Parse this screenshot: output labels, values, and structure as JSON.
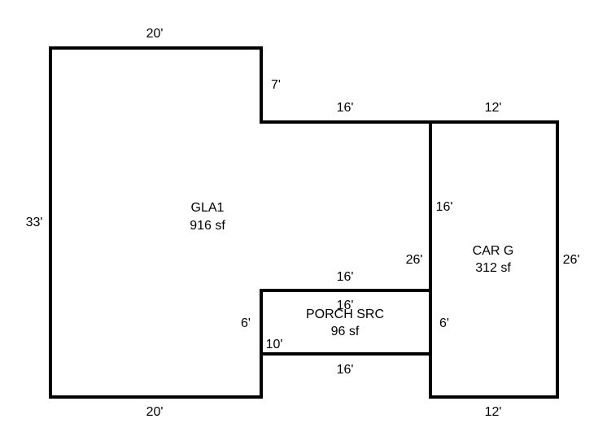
{
  "colors": {
    "line": "#000000",
    "background": "#ffffff"
  },
  "rooms": {
    "gla1": {
      "name": "GLA1",
      "area": "916 sf"
    },
    "car_garage": {
      "name": "CAR G",
      "area": "312 sf"
    },
    "porch": {
      "name": "PORCH SRC",
      "area": "96 sf"
    }
  },
  "dimensions": {
    "gla_top": "20'",
    "gla_step": "7'",
    "gla_middle_top": "16'",
    "gla_left": "33'",
    "gla_bottom": "20'",
    "gla_right_lower": "6'",
    "gla_inner_right": "26'",
    "garage_top": "12'",
    "garage_left": "16'",
    "garage_right": "26'",
    "garage_bottom": "12'",
    "porch_top_outer": "16'",
    "porch_top_inner": "16'",
    "porch_left": "10'",
    "porch_right": "6'",
    "porch_bottom": "16'"
  }
}
